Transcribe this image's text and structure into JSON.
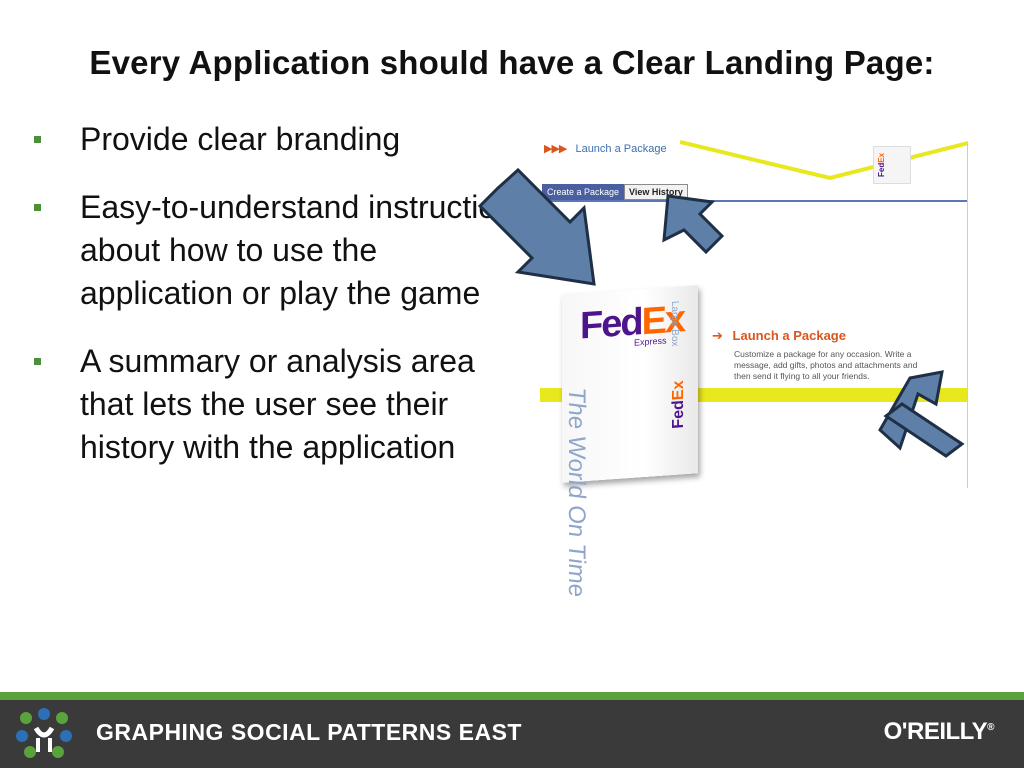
{
  "slide": {
    "title": "Every Application should have a Clear Landing Page:",
    "bullets": [
      "Provide clear branding",
      "Easy-to-understand instructions about how to use the application or play the game",
      "A summary or analysis area that lets the user see their history with the application"
    ]
  },
  "screenshot": {
    "nav_label": "Launch a Package",
    "tabs": [
      "Create a Package",
      "View History"
    ],
    "cta_title": "Launch a Package",
    "cta_description": "Customize a package for any occasion. Write a message, add gifts, photos and attachments and then send it flying to all your friends.",
    "box_brand_fed": "Fed",
    "box_brand_ex": "Ex",
    "box_subbrand": "Express",
    "box_side_text": "The World On Time",
    "box_large_text": "Large Box"
  },
  "footer": {
    "title": "GRAPHING SOCIAL PATTERNS EAST",
    "brand": "O'REILLY",
    "brand_mark": "®"
  },
  "colors": {
    "accent_green": "#5aa33c",
    "footer_bg": "#3a3a3a",
    "arrow_fill": "#5d7fa8",
    "fedex_purple": "#4d148c",
    "fedex_orange": "#ff6600",
    "highlight_yellow": "#e8e81e"
  }
}
